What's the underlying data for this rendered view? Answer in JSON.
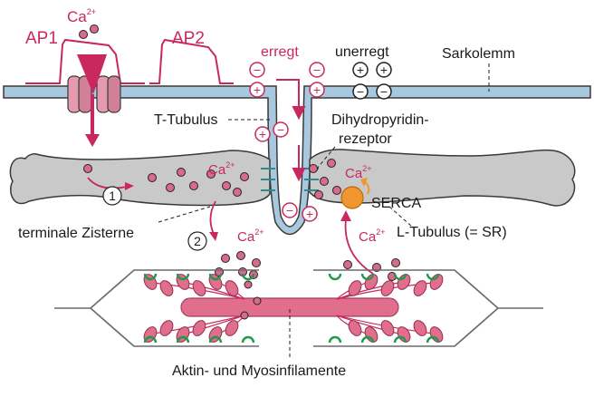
{
  "labels": {
    "ap1": "AP1",
    "ap2": "AP2",
    "ca_top": "Ca",
    "erregt": "erregt",
    "unerregt": "unerregt",
    "sarkolemm": "Sarkolemm",
    "t_tubulus": "T-Tubulus",
    "dihydro_line1": "Dihydropyridin-",
    "dihydro_line2": "rezeptor",
    "ca_left_sr": "Ca",
    "ca_right_sr": "Ca",
    "serca": "SERCA",
    "terminale_zisterne": "terminale Zisterne",
    "ca_released": "Ca",
    "ca_reuptake": "Ca",
    "l_tubulus": "L-Tubulus (= SR)",
    "filaments": "Aktin- und Myosinfilamente",
    "step1": "1",
    "step2": "2",
    "ca_charge": "2+"
  },
  "charges": {
    "plus": "+",
    "minus": "−"
  },
  "colors": {
    "magenta": "#c8285e",
    "membrane": "#a8c8e0",
    "membrane_edge": "#3a3a3a",
    "sr_gray": "#c9c9c9",
    "dot": "#d86a8c",
    "channel": "#e69ab0",
    "serca": "#f0962e",
    "myosin": "#e06e8c",
    "actin_hook": "#1e9a4a",
    "dhp": "#2a8c8c"
  }
}
